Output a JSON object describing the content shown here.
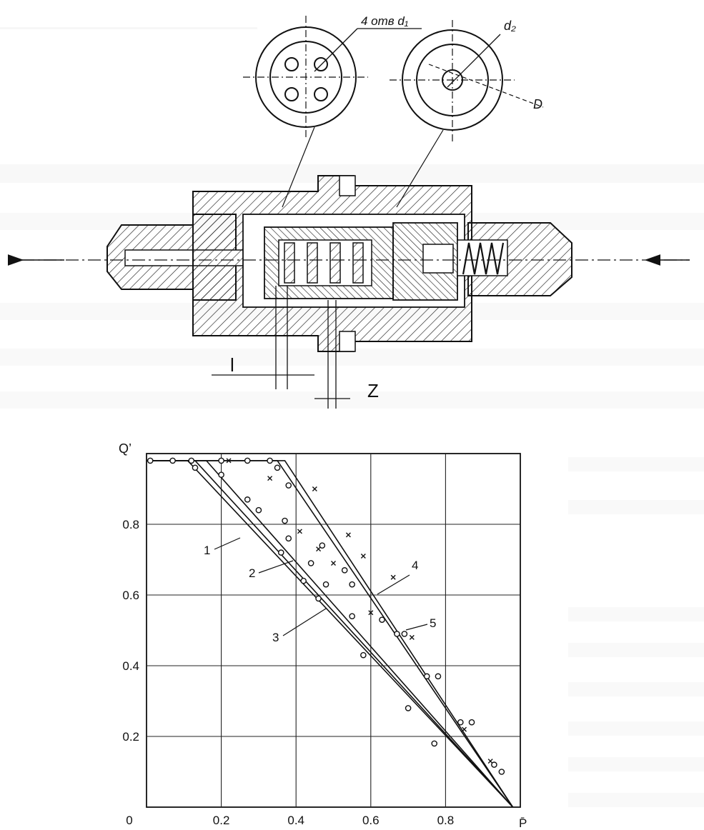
{
  "drawing": {
    "label_holes": "4 отв d₁",
    "label_d2": "d₂",
    "label_D": "D",
    "label_l": "l",
    "label_Z": "Z"
  },
  "chart": {
    "y_axis_label": "Q’",
    "x_axis_label": "P̄",
    "y_tick_labels": [
      "0.8",
      "0.6",
      "0.4",
      "0.2"
    ],
    "x_tick_labels": [
      "0",
      "0.2",
      "0.4",
      "0.6",
      "0.8"
    ],
    "curve_labels": [
      "1",
      "2",
      "3",
      "4",
      "5"
    ]
  },
  "chart_data": {
    "type": "line",
    "xlabel": "P̄",
    "ylabel": "Q’",
    "xlim": [
      0,
      1.0
    ],
    "ylim": [
      0,
      1.0
    ],
    "grid": true,
    "x_ticks": [
      0,
      0.2,
      0.4,
      0.6,
      0.8
    ],
    "y_ticks": [
      0.2,
      0.4,
      0.6,
      0.8
    ],
    "series": [
      {
        "name": "1",
        "x": [
          0.0,
          0.13,
          0.98
        ],
        "y": [
          0.98,
          0.98,
          0.0
        ]
      },
      {
        "name": "2",
        "x": [
          0.0,
          0.16,
          0.98
        ],
        "y": [
          0.98,
          0.98,
          0.0
        ]
      },
      {
        "name": "3",
        "x": [
          0.0,
          0.11,
          0.98
        ],
        "y": [
          0.98,
          0.98,
          0.0
        ]
      },
      {
        "name": "4",
        "x": [
          0.0,
          0.35,
          0.98
        ],
        "y": [
          0.98,
          0.98,
          0.0
        ]
      },
      {
        "name": "5",
        "x": [
          0.0,
          0.37,
          0.98
        ],
        "y": [
          0.98,
          0.98,
          0.0
        ]
      }
    ],
    "markers": {
      "circles": [
        [
          0.01,
          0.98
        ],
        [
          0.07,
          0.98
        ],
        [
          0.12,
          0.98
        ],
        [
          0.2,
          0.98
        ],
        [
          0.27,
          0.98
        ],
        [
          0.33,
          0.98
        ],
        [
          0.13,
          0.96
        ],
        [
          0.2,
          0.94
        ],
        [
          0.27,
          0.87
        ],
        [
          0.3,
          0.84
        ],
        [
          0.38,
          0.76
        ],
        [
          0.44,
          0.69
        ],
        [
          0.48,
          0.63
        ],
        [
          0.36,
          0.72
        ],
        [
          0.42,
          0.64
        ],
        [
          0.46,
          0.59
        ],
        [
          0.58,
          0.43
        ],
        [
          0.7,
          0.28
        ],
        [
          0.77,
          0.18
        ],
        [
          0.35,
          0.96
        ],
        [
          0.38,
          0.91
        ],
        [
          0.47,
          0.74
        ],
        [
          0.53,
          0.67
        ],
        [
          0.55,
          0.63
        ],
        [
          0.63,
          0.53
        ],
        [
          0.67,
          0.49
        ],
        [
          0.69,
          0.49
        ],
        [
          0.75,
          0.37
        ],
        [
          0.78,
          0.37
        ],
        [
          0.84,
          0.24
        ],
        [
          0.87,
          0.24
        ],
        [
          0.93,
          0.12
        ],
        [
          0.95,
          0.1
        ],
        [
          0.55,
          0.54
        ],
        [
          0.37,
          0.81
        ]
      ],
      "crosses": [
        [
          0.22,
          0.98
        ],
        [
          0.33,
          0.93
        ],
        [
          0.45,
          0.9
        ],
        [
          0.41,
          0.78
        ],
        [
          0.5,
          0.69
        ],
        [
          0.46,
          0.73
        ],
        [
          0.58,
          0.71
        ],
        [
          0.54,
          0.77
        ],
        [
          0.6,
          0.55
        ],
        [
          0.71,
          0.48
        ],
        [
          0.85,
          0.22
        ],
        [
          0.92,
          0.13
        ],
        [
          0.66,
          0.65
        ]
      ]
    }
  }
}
